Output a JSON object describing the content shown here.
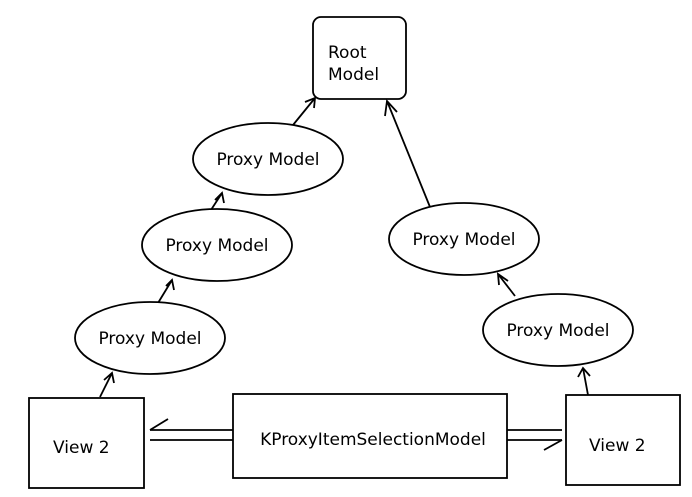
{
  "diagram": {
    "root": {
      "line1": "Root",
      "line2": "Model"
    },
    "left_chain": [
      {
        "label": "Proxy Model"
      },
      {
        "label": "Proxy Model"
      },
      {
        "label": "Proxy Model"
      }
    ],
    "right_chain": [
      {
        "label": "Proxy Model"
      },
      {
        "label": "Proxy Model"
      }
    ],
    "left_view": {
      "label": "View 2"
    },
    "right_view": {
      "label": "View 2"
    },
    "selection_model": {
      "label": "KProxyItemSelectionModel"
    },
    "colors": {
      "stroke": "#000000",
      "fill": "#ffffff",
      "text": "#000000"
    }
  }
}
